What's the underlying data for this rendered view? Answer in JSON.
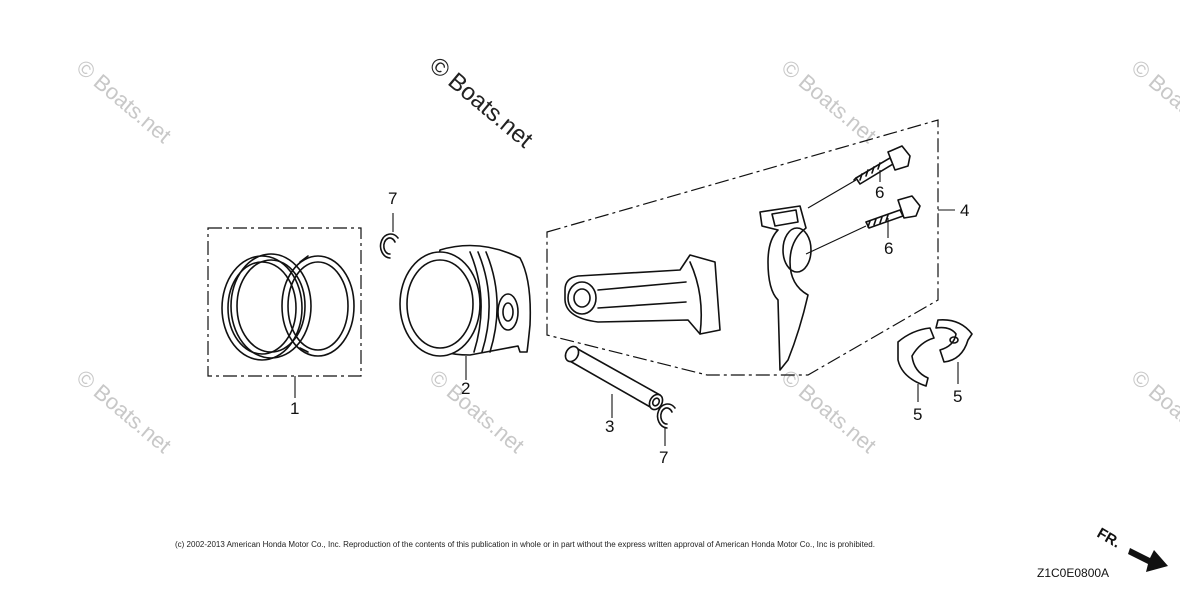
{
  "watermark": {
    "main": "© Boats.net",
    "faint": "© Boats.net"
  },
  "callouts": {
    "piston_ring_set": "1",
    "piston": "2",
    "piston_pin": "3",
    "connecting_rod_assembly": "4",
    "rod_bearing_a": "5",
    "rod_bearing_b": "5",
    "rod_bolt_upper": "6",
    "rod_bolt_lower": "6",
    "pin_clip_upper": "7",
    "pin_clip_lower": "7"
  },
  "copyright": "(c) 2002-2013 American Honda Motor Co., Inc. Reproduction of the contents of this publication in whole or in part without the express written approval of American Honda Motor Co., Inc is prohibited.",
  "diagram_code": "Z1C0E0800A",
  "front_indicator": "FR."
}
